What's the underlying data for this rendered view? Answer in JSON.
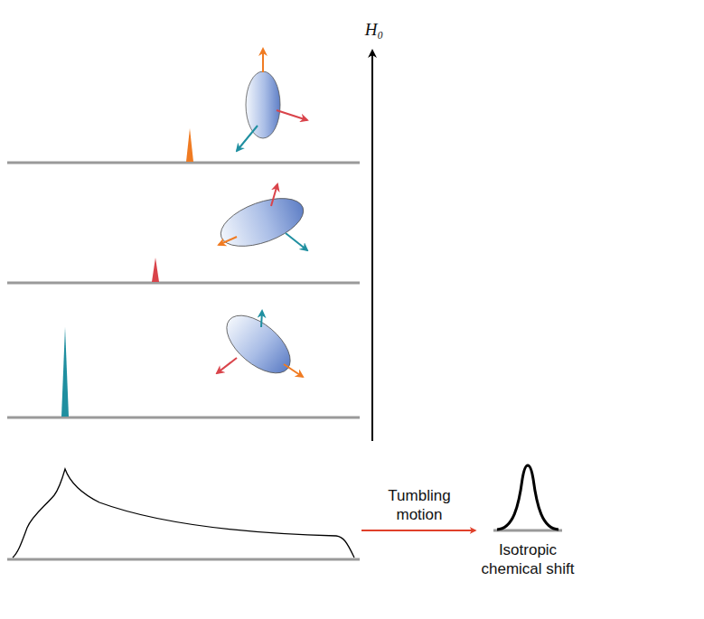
{
  "diagram": {
    "labels": [
      "H₀",
      "Tumbling motion",
      "Isotropic chemical shift"
    ]
  }
}
